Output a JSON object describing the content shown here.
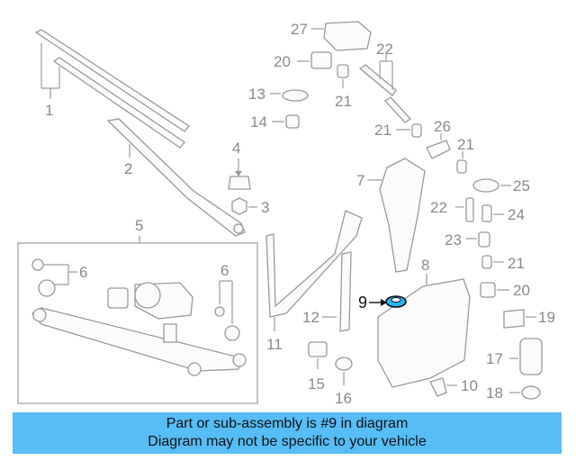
{
  "callouts": {
    "c1": "1",
    "c2": "2",
    "c3": "3",
    "c4": "4",
    "c5": "5",
    "c6a": "6",
    "c6b": "6",
    "c7": "7",
    "c8": "8",
    "c9": "9",
    "c10": "10",
    "c11": "11",
    "c12": "12",
    "c13": "13",
    "c14": "14",
    "c15": "15",
    "c16": "16",
    "c17": "17",
    "c18": "18",
    "c19": "19",
    "c20a": "20",
    "c20b": "20",
    "c21a": "21",
    "c21b": "21",
    "c21c": "21",
    "c21d": "21",
    "c22a": "22",
    "c22b": "22",
    "c23": "23",
    "c24": "24",
    "c25": "25",
    "c26": "26",
    "c27": "27"
  },
  "caption": {
    "line1": "Part or sub-assembly is #9 in diagram",
    "line2": "Diagram may not be specific to your vehicle"
  },
  "colors": {
    "highlight_part": "#2bb3f2",
    "caption_bg": "#57bdf6"
  }
}
